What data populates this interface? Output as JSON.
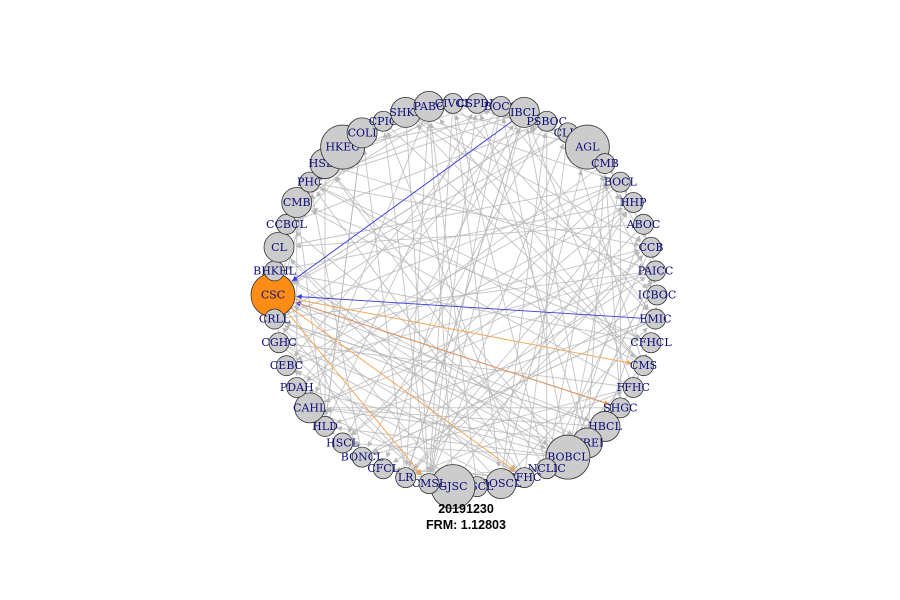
{
  "caption": {
    "date": "20191230",
    "frm": "FRM: 1.12803"
  },
  "colors": {
    "node_fill": "#cccccc",
    "node_stroke": "#333333",
    "highlight_node": "#ff8c14",
    "label": "#0c0c7a",
    "edge_default": "#b8b8b8",
    "edge_in": "#3a3ae6",
    "edge_out": "#f5a04a"
  },
  "nodes": [
    {
      "label": "CSC",
      "size": "large",
      "highlight": true
    },
    {
      "label": "BHKHL",
      "size": "small"
    },
    {
      "label": "CL",
      "size": "medium"
    },
    {
      "label": "CCBCL",
      "size": "small"
    },
    {
      "label": "CMB",
      "size": "medium"
    },
    {
      "label": "PHC",
      "size": "small"
    },
    {
      "label": "HSBL",
      "size": "medium"
    },
    {
      "label": "HKEC",
      "size": "large"
    },
    {
      "label": "COLI",
      "size": "medium"
    },
    {
      "label": "CPIG",
      "size": "small"
    },
    {
      "label": "SHKP",
      "size": "medium"
    },
    {
      "label": "PABC",
      "size": "medium"
    },
    {
      "label": "CIVCL",
      "size": "small"
    },
    {
      "label": "CSPDB",
      "size": "small"
    },
    {
      "label": "BOCC",
      "size": "small"
    },
    {
      "label": "IBCL",
      "size": "medium"
    },
    {
      "label": "PSBOC",
      "size": "small"
    },
    {
      "label": "CLIC",
      "size": "small"
    },
    {
      "label": "AGL",
      "size": "large"
    },
    {
      "label": "CMB",
      "size": "small"
    },
    {
      "label": "BOCL",
      "size": "small"
    },
    {
      "label": "HHP",
      "size": "small"
    },
    {
      "label": "ABOC",
      "size": "small"
    },
    {
      "label": "CCB",
      "size": "small"
    },
    {
      "label": "PAICC",
      "size": "small"
    },
    {
      "label": "ICBOC",
      "size": "small"
    },
    {
      "label": "EMIC",
      "size": "small"
    },
    {
      "label": "CFHCL",
      "size": "small"
    },
    {
      "label": "CMS",
      "size": "small"
    },
    {
      "label": "FFHC",
      "size": "small"
    },
    {
      "label": "SHGC",
      "size": "small"
    },
    {
      "label": "HBCL",
      "size": "medium"
    },
    {
      "label": "WREI",
      "size": "medium"
    },
    {
      "label": "BOBCL",
      "size": "large"
    },
    {
      "label": "NCLIC",
      "size": "small"
    },
    {
      "label": "CFHC",
      "size": "small"
    },
    {
      "label": "BOSCL",
      "size": "medium"
    },
    {
      "label": "HSCL",
      "size": "small"
    },
    {
      "label": "GJSC",
      "size": "large"
    },
    {
      "label": "CMSL",
      "size": "small"
    },
    {
      "label": "LR",
      "size": "small"
    },
    {
      "label": "CFCL",
      "size": "small"
    },
    {
      "label": "BONCL",
      "size": "small"
    },
    {
      "label": "HSCL",
      "size": "small"
    },
    {
      "label": "HLD",
      "size": "small"
    },
    {
      "label": "CAHL",
      "size": "medium"
    },
    {
      "label": "PDAH",
      "size": "small"
    },
    {
      "label": "CEBC",
      "size": "small"
    },
    {
      "label": "CGHC",
      "size": "small"
    },
    {
      "label": "CRLL",
      "size": "small"
    }
  ]
}
